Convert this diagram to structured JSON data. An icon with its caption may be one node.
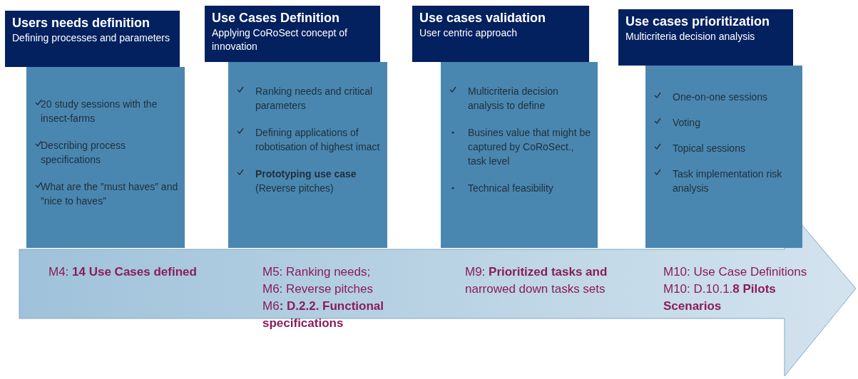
{
  "diagram": {
    "nodes": [
      {
        "text": [
          "Users needs definition",
          "Defining processes and parameters"
        ]
      },
      {
        "text": [
          "20 study sessions with the insect-farms",
          "Describing process specifications",
          "What are the ”must haves” and ”nice to haves”"
        ]
      },
      {
        "text": [
          "Use Cases Definition",
          "Applying CoRoSect concept of innovation"
        ]
      },
      {
        "text": [
          "Ranking needs and critical parameters",
          "Defining applications  of robotisation of highest imact",
          "**Prototyping use case** (Reverse pitches)"
        ]
      },
      {
        "text": [
          "Use cases validation",
          "User centric approach"
        ]
      },
      {
        "text": [
          "Multicriteria decision analysis to define",
          "Busines value that might be captured by CoRoSect., task level",
          "Technical feasibility"
        ]
      },
      {
        "text": [
          "Use cases prioritization",
          "Multicriteria decision analysis"
        ]
      },
      {
        "text": [
          "One-on-one sessions",
          "Voting",
          "Topical sessions",
          "Task implementation risk analysis"
        ]
      }
    ],
    "edges": [],
    "labels": [
      "M4: **14 Use Cases defined**",
      "M5: Ranking needs;",
      "M6: Reverse pitches",
      "M6**: D.2.2. Functional specifications**",
      "M9: **Prioritized tasks and** narrowed down tasks sets",
      "M10: Use Case Definitions",
      "M10: D.10.1.**8 Pilots Scenarios**"
    ]
  }
}
